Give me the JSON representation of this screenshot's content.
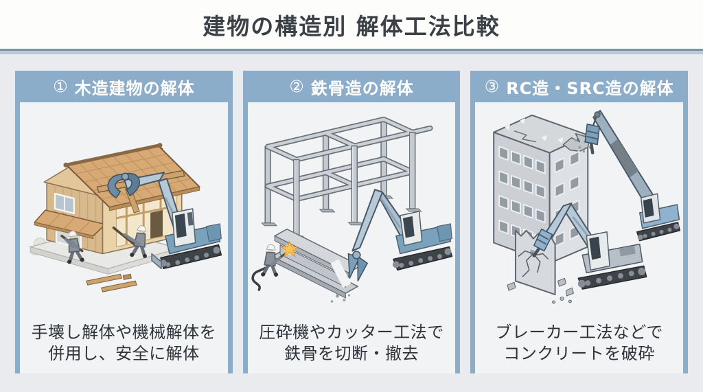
{
  "title": "建物の構造別 解体工法比較",
  "panels": [
    {
      "number": "①",
      "label": "木造建物の解体",
      "captions": [
        "手壊し解体や機械解体を",
        "併用し、安全に解体"
      ],
      "illustration": "wooden-house-demolition"
    },
    {
      "number": "②",
      "label": "鉄骨造の解体",
      "captions": [
        "圧砕機やカッター工法で",
        "鉄骨を切断・撤去"
      ],
      "illustration": "steel-frame-demolition"
    },
    {
      "number": "③",
      "label": "RC造・SRC造の解体",
      "captions": [
        "ブレーカー工法などで",
        "コンクリートを破砕"
      ],
      "illustration": "rc-src-demolition"
    }
  ],
  "colors": {
    "page_background": "#e9ebee",
    "title_band": "#fdfdfc",
    "title_text": "#3b4046",
    "divider_dark": "#7d94a8",
    "divider_light": "#bac9d7",
    "panel_header": "#8cadc9",
    "panel_border": "#8cadc9",
    "panel_background": "#f2f3f5",
    "heading_text": "#ffffff",
    "caption_text": "#2f343a",
    "machine_blue": "#7ba2bd",
    "wood_tan": "#d8b98c",
    "steel_gray": "#c5cad0",
    "concrete_gray": "#ccd0d5"
  }
}
